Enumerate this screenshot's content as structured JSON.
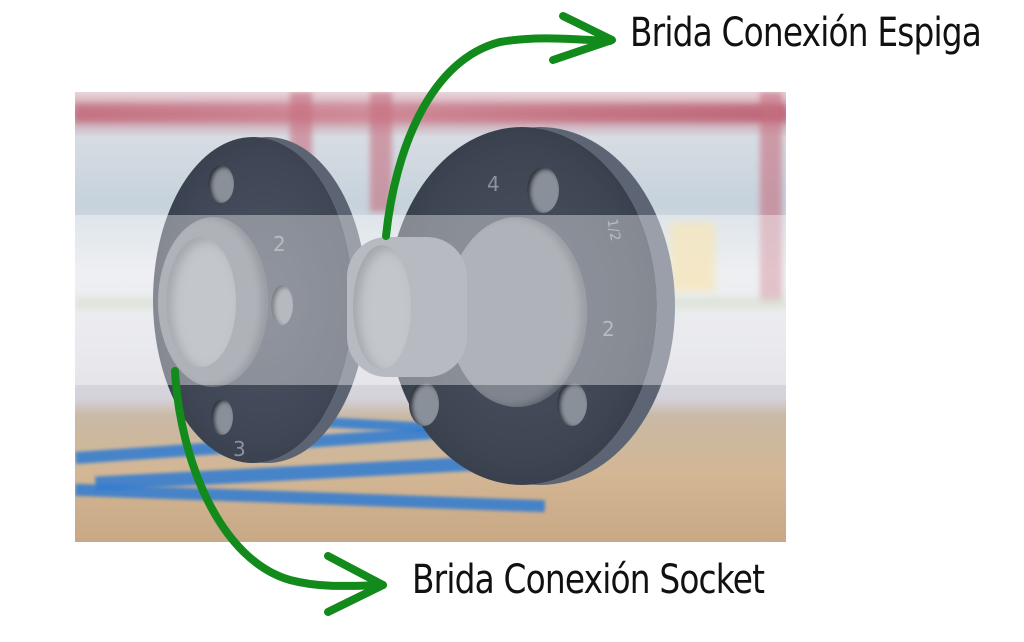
{
  "image": {
    "description": "Photo of two grey PVC flanges with annotation arrows",
    "accent_color": "#138a1c"
  },
  "labels": {
    "top": "Brida Conexión Espiga",
    "bottom": "Brida Conexión Socket"
  },
  "photo": {
    "front_flange_markings": [
      "4",
      "2",
      "1/2"
    ],
    "back_flange_markings": [
      "2",
      "3"
    ]
  },
  "arrows": [
    {
      "name": "espiga-arrow",
      "from": "front flange spigot",
      "to": "top label",
      "color": "#138a1c"
    },
    {
      "name": "socket-arrow",
      "from": "back flange socket",
      "to": "bottom label",
      "color": "#138a1c"
    }
  ]
}
